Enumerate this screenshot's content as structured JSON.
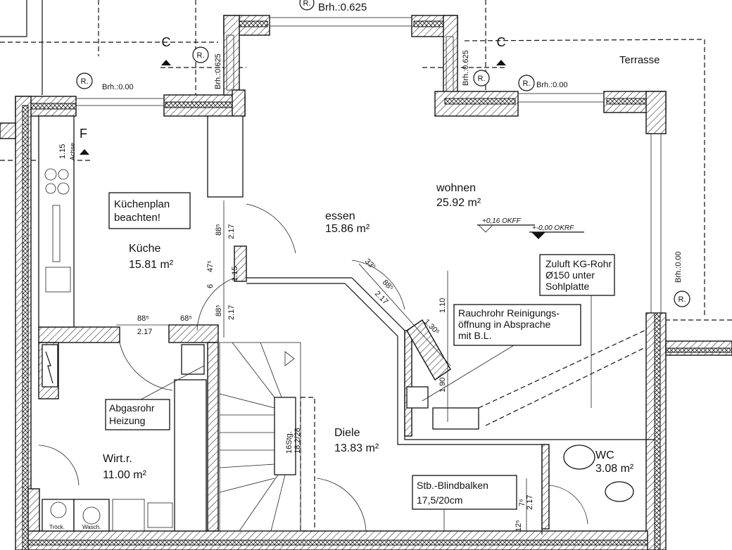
{
  "plan": {
    "top_sill": "Brh.:0.625",
    "section_left": "C",
    "section_right": "C",
    "left_bay_sill": "Brh.:0.625",
    "right_bay_sill": "Brh.:0.625",
    "kitchen_window_sill": "Brh.:0.00",
    "living_window_sill": "Brh.:0.00",
    "right_window_sill": "Brh.:0.00",
    "r_marker": "R.",
    "terrace": "Terrasse",
    "section_f": "F",
    "axis_dim": "1.15",
    "axis_label": "Achse"
  },
  "rooms": {
    "kitchen": {
      "name": "Küche",
      "area": "15.81 m²"
    },
    "dining": {
      "name": "essen",
      "area": "15.86 m²"
    },
    "living": {
      "name": "wohnen",
      "area": "25.92 m²"
    },
    "utility": {
      "name": "Wirt.r.",
      "area": "11.00 m²"
    },
    "hall": {
      "name": "Diele",
      "area": "13.83 m²"
    },
    "wc": {
      "name": "WC",
      "area": "3.08 m²"
    }
  },
  "notes": {
    "kitchen_plan": [
      "Küchenplan",
      "beachten!"
    ],
    "air_supply": [
      "Zuluft KG-Rohr",
      "Ø150 unter",
      "Sohlplatte"
    ],
    "flue_cleaning": [
      "Rauchrohr Reinigungs-",
      "öffnung in Absprache",
      "mit B.L."
    ],
    "exhaust": [
      "Abgasrohr",
      "Heizung"
    ],
    "beam": [
      "Stb.-Blindbalken",
      "17,5/20cm"
    ],
    "stairs": [
      "16Stg.",
      "18,2/28"
    ],
    "level_okff": "+0,16  OKFF",
    "level_okrf": "+-0,00  OKRF",
    "dryer": "Tröck.",
    "washer": "Wasch."
  },
  "dimensions": {
    "d885": "88⁵",
    "d217": "2.17",
    "d685": "68⁵",
    "d475": "47⁵",
    "d6": "6",
    "d115": "1.15",
    "d335": "33⁵",
    "d1305": "1.30⁵",
    "d110": "1.10",
    "d190": "1.90",
    "d76": "7⁶",
    "d125": "12⁵"
  }
}
